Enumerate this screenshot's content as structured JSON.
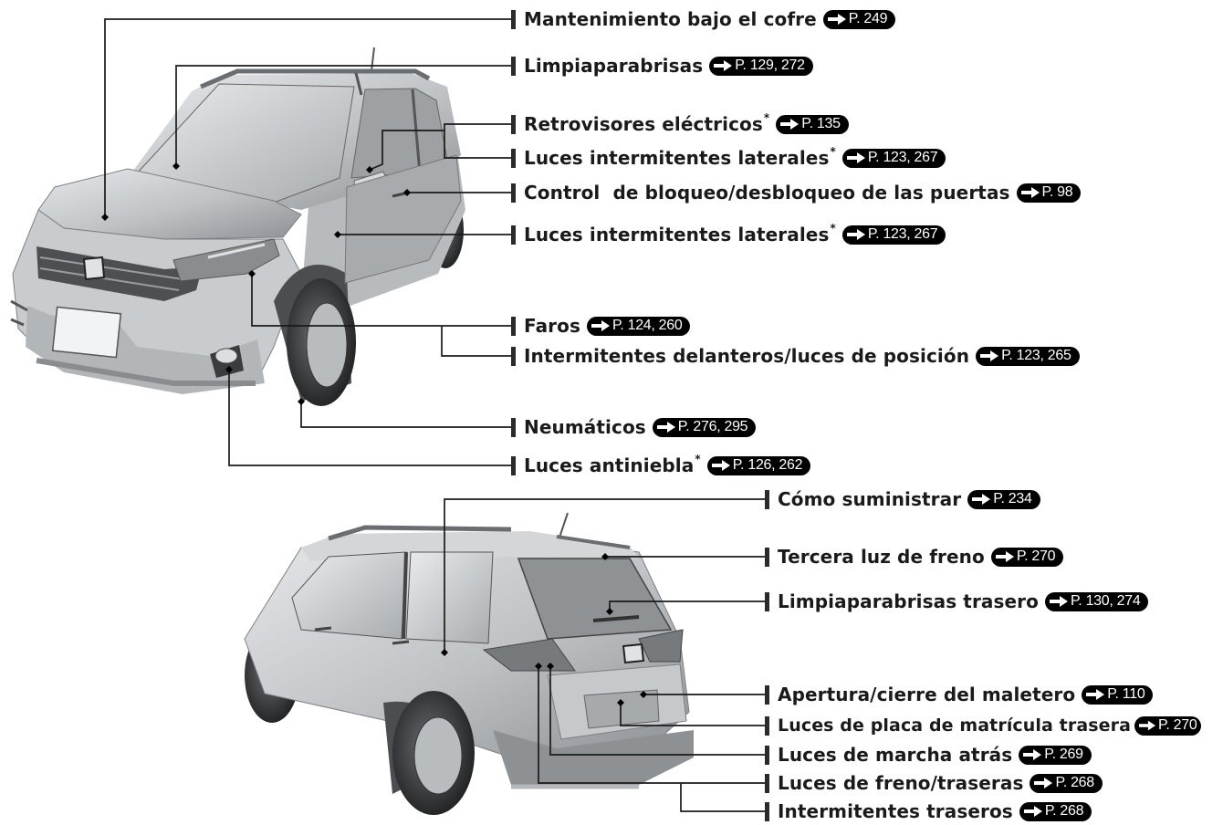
{
  "colors": {
    "line": "#1a1a1a",
    "ref_bg": "#000000",
    "ref_text": "#ffffff",
    "car": "#bfc2c5"
  },
  "icon": "page-reference-arrow-icon",
  "front_labels": [
    {
      "text": "Mantenimiento bajo el cofre",
      "star": false,
      "ref": "P. 249"
    },
    {
      "text": "Limpiaparabrisas",
      "star": false,
      "ref": "P. 129, 272"
    },
    {
      "text": "Retrovisores eléctricos",
      "star": true,
      "ref": "P. 135"
    },
    {
      "text": "Luces intermitentes laterales",
      "star": true,
      "ref": "P. 123, 267"
    },
    {
      "text": "Control  de bloqueo/desbloqueo de las puertas",
      "star": false,
      "ref": "P. 98"
    },
    {
      "text": "Luces intermitentes laterales",
      "star": true,
      "ref": "P. 123, 267"
    },
    {
      "text": "Faros",
      "star": false,
      "ref": "P. 124, 260"
    },
    {
      "text": "Intermitentes delanteros/luces de posición",
      "star": false,
      "ref": "P. 123, 265"
    },
    {
      "text": "Neumáticos",
      "star": false,
      "ref": "P. 276, 295"
    },
    {
      "text": "Luces antiniebla",
      "star": true,
      "ref": "P. 126, 262"
    }
  ],
  "rear_labels": [
    {
      "text": "Cómo suministrar",
      "star": false,
      "ref": "P. 234"
    },
    {
      "text": "Tercera luz de freno",
      "star": false,
      "ref": "P. 270"
    },
    {
      "text": "Limpiaparabrisas trasero",
      "star": false,
      "ref": "P. 130, 274"
    },
    {
      "text": "Apertura/cierre del maletero",
      "star": false,
      "ref": "P. 110"
    },
    {
      "text": "Luces de placa de matrícula trasera",
      "star": false,
      "ref": "P. 270"
    },
    {
      "text": "Luces de marcha atrás",
      "star": false,
      "ref": "P. 269"
    },
    {
      "text": "Luces de freno/traseras",
      "star": false,
      "ref": "P. 268"
    },
    {
      "text": "Intermitentes traseros",
      "star": false,
      "ref": "P. 268"
    }
  ],
  "star_symbol": "*"
}
